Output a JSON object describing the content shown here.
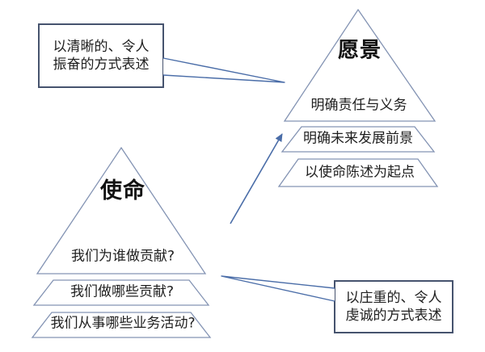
{
  "mission": {
    "title": "使命",
    "levels": [
      "我们为谁做贡献?",
      "我们做哪些贡献?",
      "我们从事哪些业务活动?"
    ]
  },
  "vision": {
    "title": "愿景",
    "levels": [
      "明确责任与义务",
      "明确未来发展前景",
      "以使命陈述为起点"
    ]
  },
  "callout_vision": {
    "line1": "以清晰的、令人",
    "line2": "振奋的方式表述"
  },
  "callout_mission": {
    "line1": "以庄重的、令人",
    "line2": "虔诚的方式表述"
  },
  "colors": {
    "shape_outline": "#8393b3",
    "connector_blue": "#4a6da8",
    "callout_border": "#46536e",
    "text_color": "#1a1a1a"
  }
}
